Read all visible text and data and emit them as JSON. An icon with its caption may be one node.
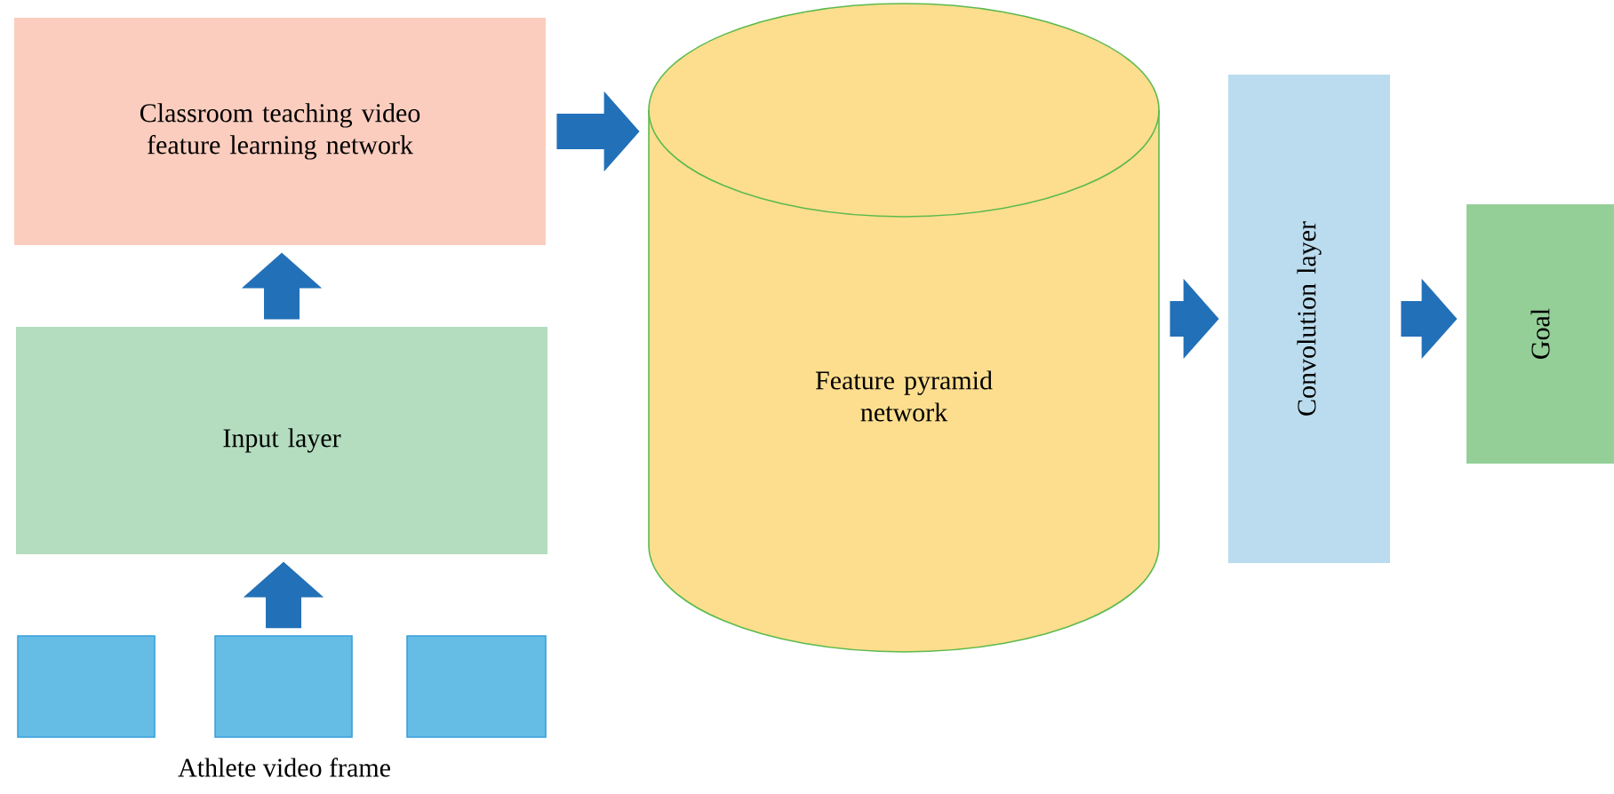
{
  "diagram": {
    "nodes": [
      {
        "text": [
          "Classroom teaching video feature learning network"
        ]
      },
      {
        "text": [
          "Input layer"
        ]
      },
      {
        "text": [
          "Feature pyramid network"
        ]
      },
      {
        "text": [
          "Convolution layer"
        ]
      },
      {
        "text": [
          "Goal"
        ]
      },
      {
        "text": [],
        "shape": "box"
      },
      {
        "text": [],
        "shape": "box"
      },
      {
        "text": [],
        "shape": "box"
      }
    ],
    "edges": [
      {
        "from": 6,
        "to": 1,
        "arrow": "to"
      },
      {
        "from": 1,
        "to": 0,
        "arrow": "to"
      },
      {
        "from": 0,
        "to": 2,
        "arrow": "to"
      },
      {
        "from": 2,
        "to": 3,
        "arrow": "to"
      },
      {
        "from": 3,
        "to": 4,
        "arrow": "to"
      }
    ],
    "labels": [
      "Athlete video frame"
    ]
  }
}
